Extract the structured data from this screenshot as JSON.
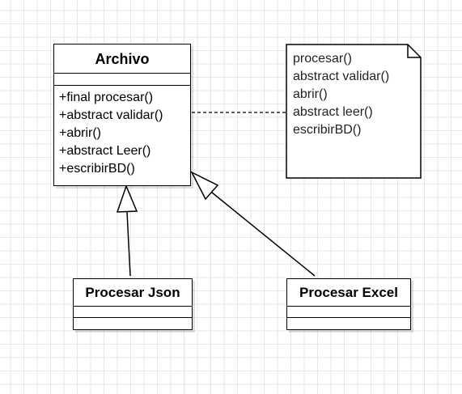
{
  "diagram": {
    "classes": {
      "archivo": {
        "name": "Archivo",
        "operations": [
          "+final procesar()",
          "+abstract validar()",
          "+abrir()",
          "+abstract Leer()",
          "+escribirBD()"
        ]
      },
      "procesar_json": {
        "name": "Procesar Json"
      },
      "procesar_excel": {
        "name": "Procesar Excel"
      }
    },
    "note": {
      "lines": [
        "procesar()",
        "abstract validar()",
        "abrir()",
        "abstract leer()",
        "escribirBD()"
      ]
    },
    "relations": [
      {
        "type": "generalization",
        "from": "Procesar Json",
        "to": "Archivo"
      },
      {
        "type": "generalization",
        "from": "Procesar Excel",
        "to": "Archivo"
      },
      {
        "type": "note-anchor",
        "from": "note",
        "to": "Archivo"
      }
    ]
  }
}
